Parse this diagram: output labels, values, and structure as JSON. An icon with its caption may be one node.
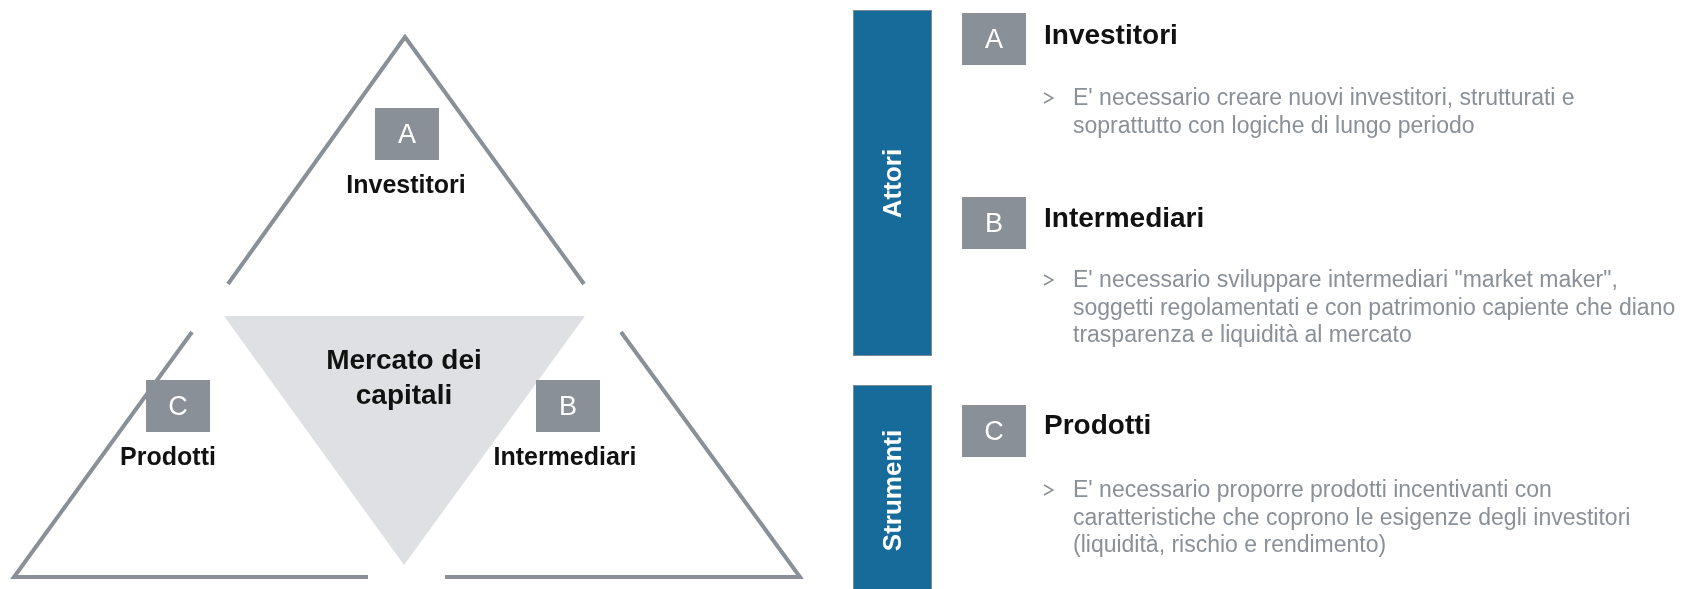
{
  "diagram": {
    "nodes": [
      {
        "text": [
          "A",
          "Investitori"
        ]
      },
      {
        "text": [
          "Mercato dei capitali"
        ]
      },
      {
        "text": [
          "C",
          "Prodotti"
        ]
      },
      {
        "text": [
          "B",
          "Intermediari"
        ]
      },
      {
        "text": [
          "Attori"
        ]
      },
      {
        "text": [
          "Strumenti"
        ]
      },
      {
        "text": [
          "A"
        ],
        "beside": [
          "Investitori"
        ]
      },
      {
        "text": [
          "B"
        ],
        "beside": [
          "Intermediari"
        ]
      },
      {
        "text": [
          "C"
        ],
        "beside": [
          "Prodotti"
        ]
      }
    ],
    "labels": [
      "E' necessario creare nuovi investitori, strutturati e soprattutto con logiche di lungo periodo",
      "E' necessario sviluppare intermediari \"market maker\", soggetti regolamentati e con patrimonio capiente che diano trasparenza e liquidità al mercato",
      "E' necessario proporre prodotti incentivanti con caratteristiche che coprono le esigenze degli investitori (liquidità, rischio e rendimento)"
    ]
  }
}
